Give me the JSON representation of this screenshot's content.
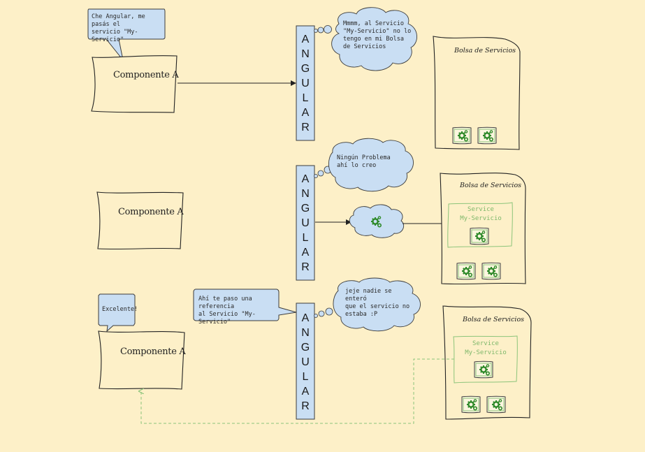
{
  "angular_label": [
    "A",
    "N",
    "G",
    "U",
    "L",
    "A",
    "R"
  ],
  "component_label": "Componente A",
  "bolsa_title": "Bolsa de Servicios",
  "service_label_line1": "Service",
  "service_label_line2": "My-Servicio",
  "scene1": {
    "request_line1": "Che Angular, me pasás el",
    "request_line2": "servicio \"My-Servicio\"",
    "thought_line1": "Mmmm, al Servicio",
    "thought_line2": "\"My-Servicio\" no lo",
    "thought_line3": "tengo en mi Bolsa",
    "thought_line4": "de Servicios"
  },
  "scene2": {
    "thought_line1": "Ningún Problema",
    "thought_line2": "ahí lo creo"
  },
  "scene3": {
    "reply_line1": "Ahí te paso una referencia",
    "reply_line2": "al Servicio \"My-Servicio\"",
    "thought_line1": "jeje nadie se enteró",
    "thought_line2": "que el servicio no",
    "thought_line3": "estaba :P",
    "ack": "Excelente!"
  },
  "colors": {
    "background": "#fdf0c8",
    "angular_bar": "#c9def3",
    "bubble": "#c9def3",
    "gear": "#2f8a2a",
    "service_outline": "#8cc47a",
    "dashed_arrow": "#8cc47a"
  },
  "icons": [
    "gear-icon"
  ]
}
